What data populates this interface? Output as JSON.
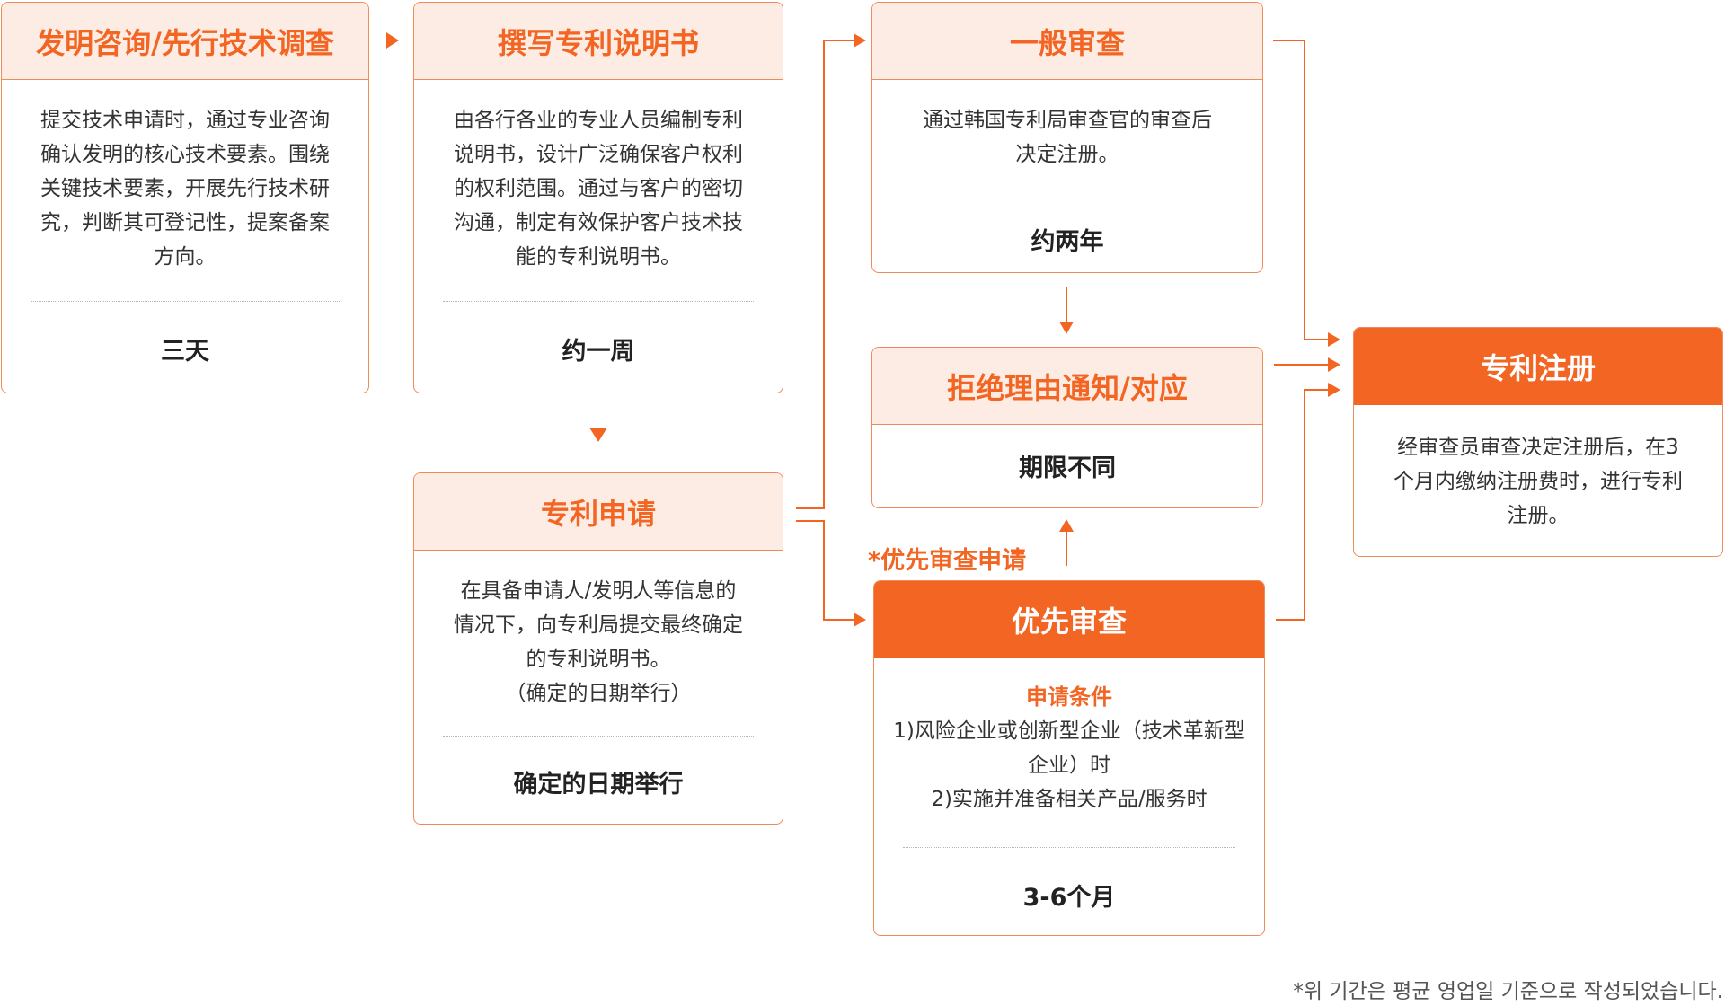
{
  "colors": {
    "accent": "#f26522",
    "border": "#f08a5a",
    "header_tint": "#fdece4"
  },
  "steps": {
    "invention_consult": {
      "title": "发明咨询/先行技术调查",
      "desc": [
        "提交技术申请时，通过专业咨询",
        "确认发明的核心技术要素。围绕",
        "关键技术要素，开展先行技术研",
        "究，判断其可登记性，提案备案",
        "方向。"
      ],
      "duration": "三天"
    },
    "spec_writing": {
      "title": "撰写专利说明书",
      "desc": [
        "由各行各业的专业人员编制专利",
        "说明书，设计广泛确保客户权利",
        "的权利范围。通过与客户的密切",
        "沟通，制定有效保护客户技术技",
        "能的专利说明书。"
      ],
      "duration": "约一周"
    },
    "patent_application": {
      "title": "专利申请",
      "desc": [
        "在具备申请人/发明人等信息的",
        "情况下，向专利局提交最终确定",
        "的专利说明书。",
        "（确定的日期举行）"
      ],
      "duration": "确定的日期举行"
    },
    "general_exam": {
      "title": "一般审查",
      "desc": [
        "通过韩国专利局审查官的审查后",
        "决定注册。"
      ],
      "duration": "约两年"
    },
    "rejection_notice": {
      "title": "拒绝理由通知/对应",
      "duration": "期限不同"
    },
    "priority_exam": {
      "title": "优先审查",
      "conditions_title": "申请条件",
      "conditions": [
        "1)风险企业或创新型企业（技术革新型",
        "企业）时",
        "2)实施并准备相关产品/服务时"
      ],
      "duration": "3-6个月"
    },
    "registration": {
      "title": "专利注册",
      "desc": [
        "经审查员审查决定注册后，在3",
        "个月内缴纳注册费时，进行专利",
        "注册。"
      ]
    }
  },
  "priority_request_note": "*优先审查申请",
  "footnote": "*위 기간은 평균 영업일 기준으로 작성되었습니다."
}
